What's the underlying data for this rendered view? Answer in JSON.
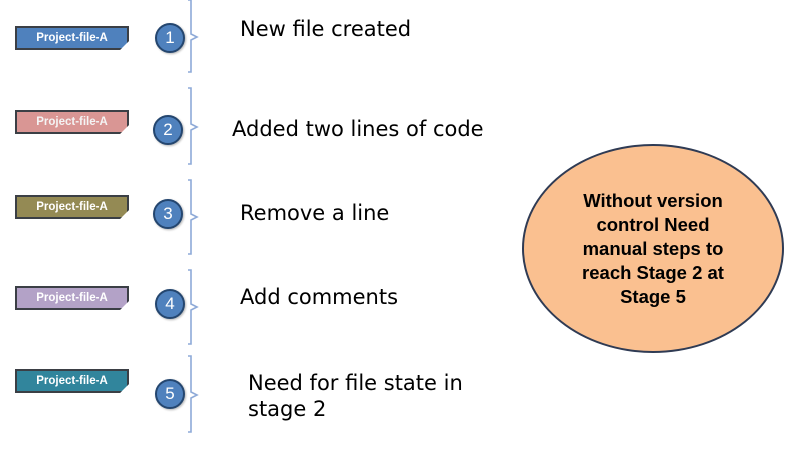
{
  "steps": [
    {
      "number": "1",
      "file_label": "Project-file-A",
      "file_color": "#4f81bd",
      "description": "New file created"
    },
    {
      "number": "2",
      "file_label": "Project-file-A",
      "file_color": "#d99694",
      "description": "Added two lines of code"
    },
    {
      "number": "3",
      "file_label": "Project-file-A",
      "file_color": "#948a54",
      "description": "Remove a line"
    },
    {
      "number": "4",
      "file_label": "Project-file-A",
      "file_color": "#b3a2c7",
      "description": "Add comments"
    },
    {
      "number": "5",
      "file_label": "Project-file-A",
      "file_color": "#31859c",
      "description_line1": "Need for file state in",
      "description_line2": "stage 2"
    }
  ],
  "callout": {
    "text": "Without version control Need manual steps to reach Stage 2 at Stage 5",
    "color": "#fac090"
  },
  "colors": {
    "circle_fill": "#4f81bd",
    "bracket": "#8eaad8"
  }
}
